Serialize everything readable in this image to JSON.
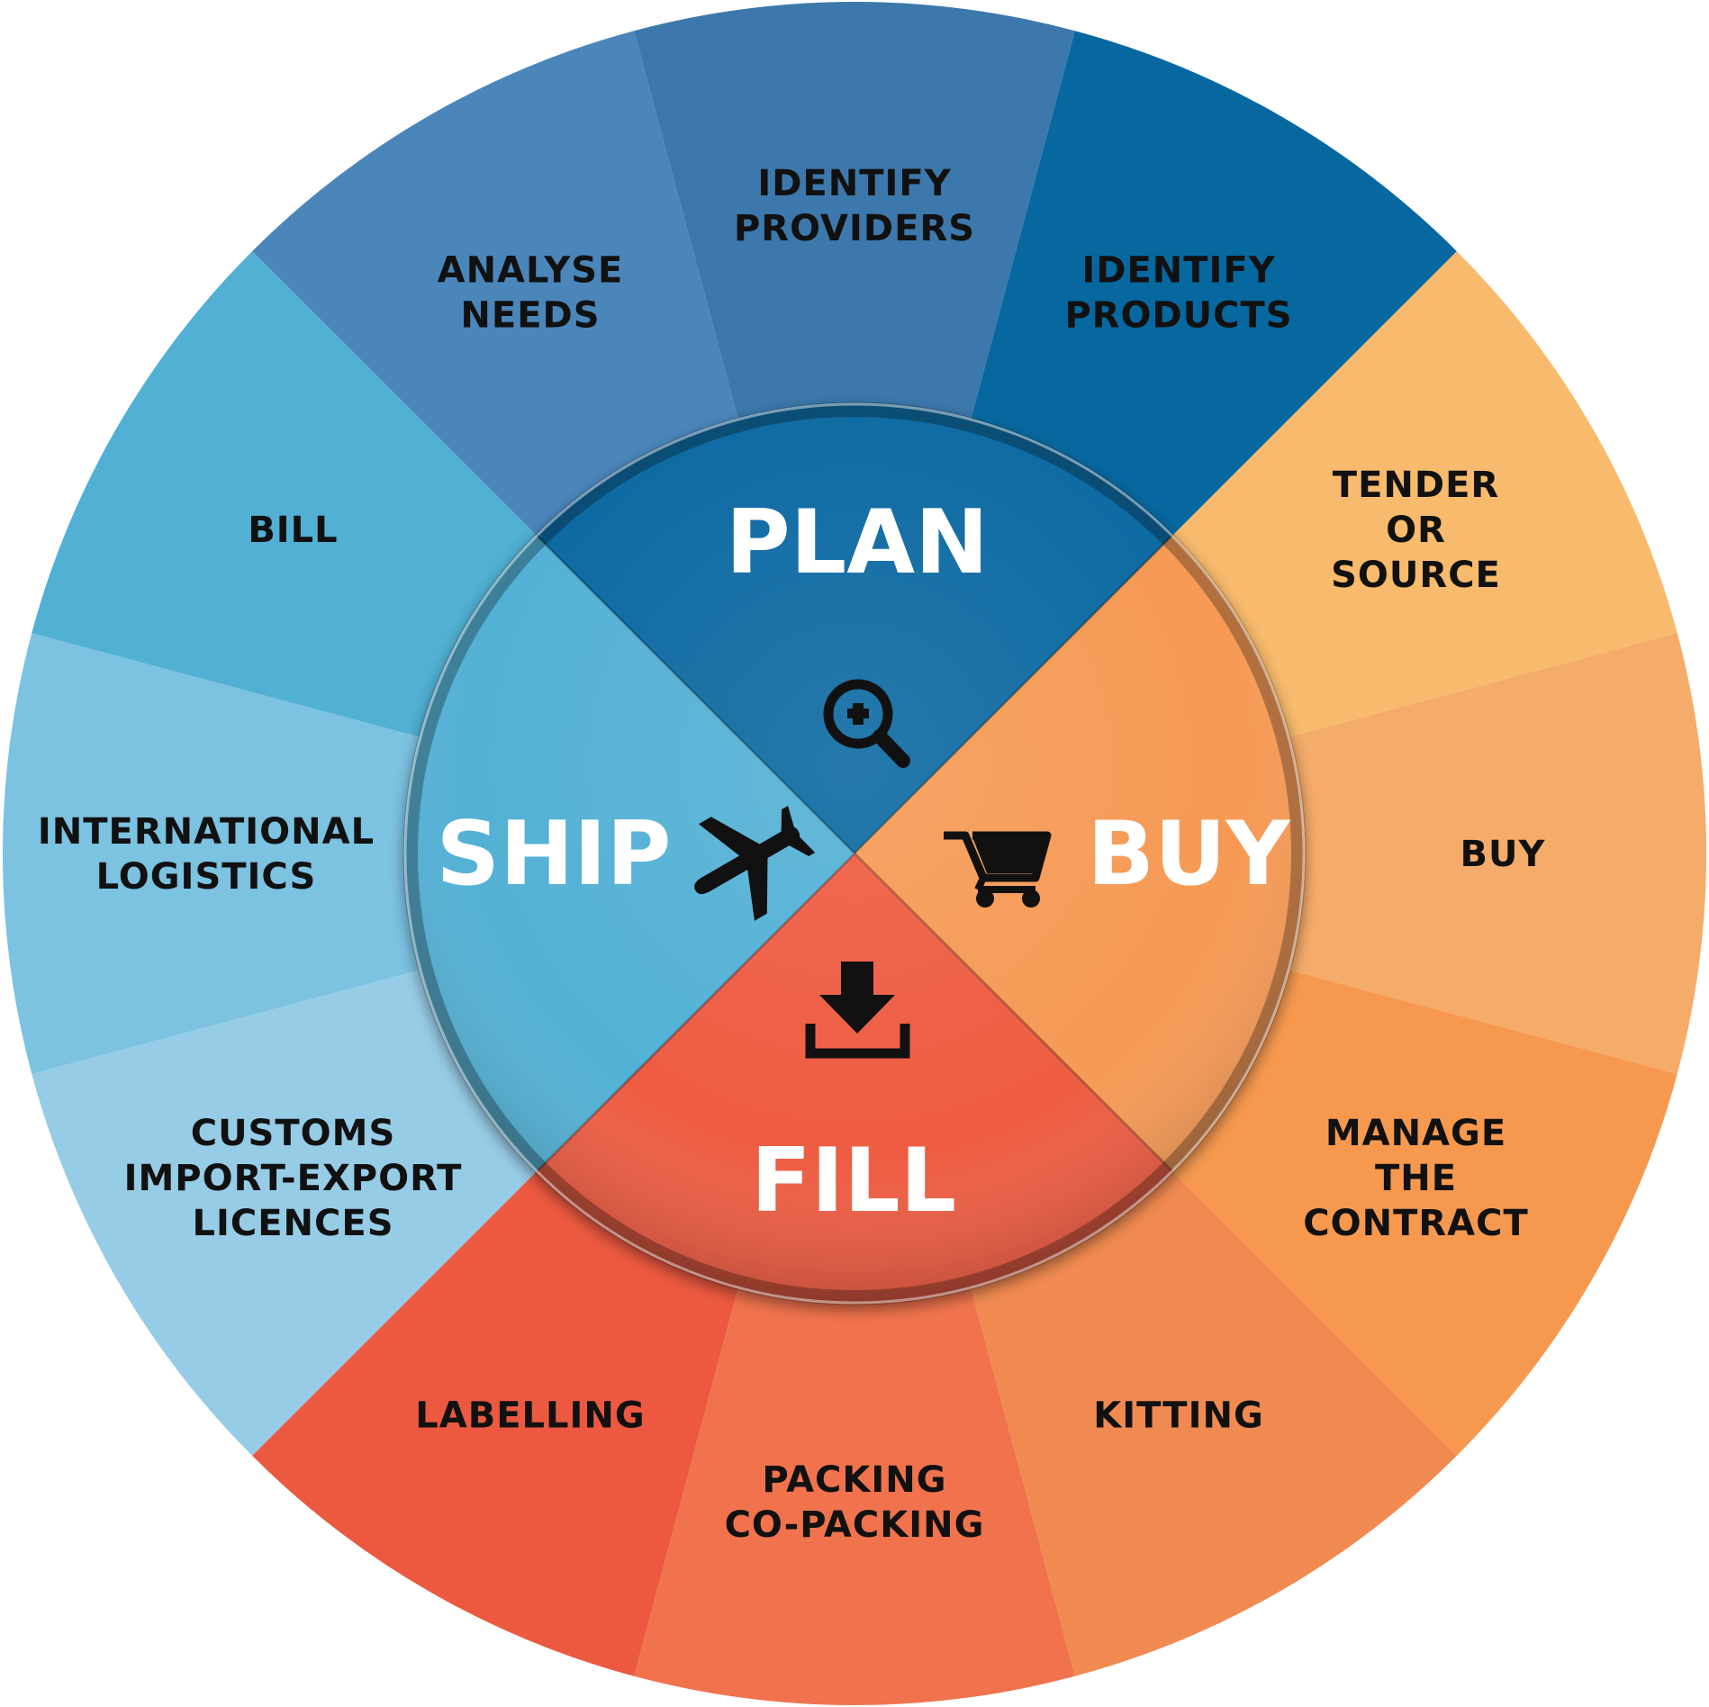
{
  "phases": [
    {
      "key": "plan",
      "label": "PLAN",
      "inner_color": "#0a6aa2",
      "icon": "search-plus-icon",
      "segments": [
        {
          "lines": [
            "ANALYSE",
            "NEEDS"
          ],
          "color": "#4b86bb"
        },
        {
          "lines": [
            "IDENTIFY",
            "PROVIDERS"
          ],
          "color": "#3c78ab"
        },
        {
          "lines": [
            "IDENTIFY",
            "PRODUCTS"
          ],
          "color": "#0768a0"
        }
      ]
    },
    {
      "key": "buy",
      "label": "BUY",
      "inner_color": "#f69a55",
      "icon": "shopping-cart-icon",
      "segments": [
        {
          "lines": [
            "TENDER",
            "OR",
            "SOURCE"
          ],
          "color": "#f8ba6c"
        },
        {
          "lines": [
            "BUY"
          ],
          "color": "#f5ab6a"
        },
        {
          "lines": [
            "MANAGE",
            "THE",
            "CONTRACT"
          ],
          "color": "#f6994f"
        }
      ]
    },
    {
      "key": "fill",
      "label": "FILL",
      "inner_color": "#ee5b43",
      "icon": "download-tray-icon",
      "segments": [
        {
          "lines": [
            "KITTING"
          ],
          "color": "#f08a51"
        },
        {
          "lines": [
            "PACKING",
            "CO-PACKING"
          ],
          "color": "#f0734d"
        },
        {
          "lines": [
            "LABELLING"
          ],
          "color": "#ec5940"
        }
      ]
    },
    {
      "key": "ship",
      "label": "SHIP",
      "inner_color": "#52b1d5",
      "icon": "airplane-icon",
      "segments": [
        {
          "lines": [
            "CUSTOMS",
            "IMPORT-EXPORT",
            "LICENCES"
          ],
          "color": "#97cce6"
        },
        {
          "lines": [
            "INTERNATIONAL",
            "LOGISTICS"
          ],
          "color": "#7cc2e1"
        },
        {
          "lines": [
            "BILL"
          ],
          "color": "#51b0d3"
        }
      ]
    }
  ]
}
